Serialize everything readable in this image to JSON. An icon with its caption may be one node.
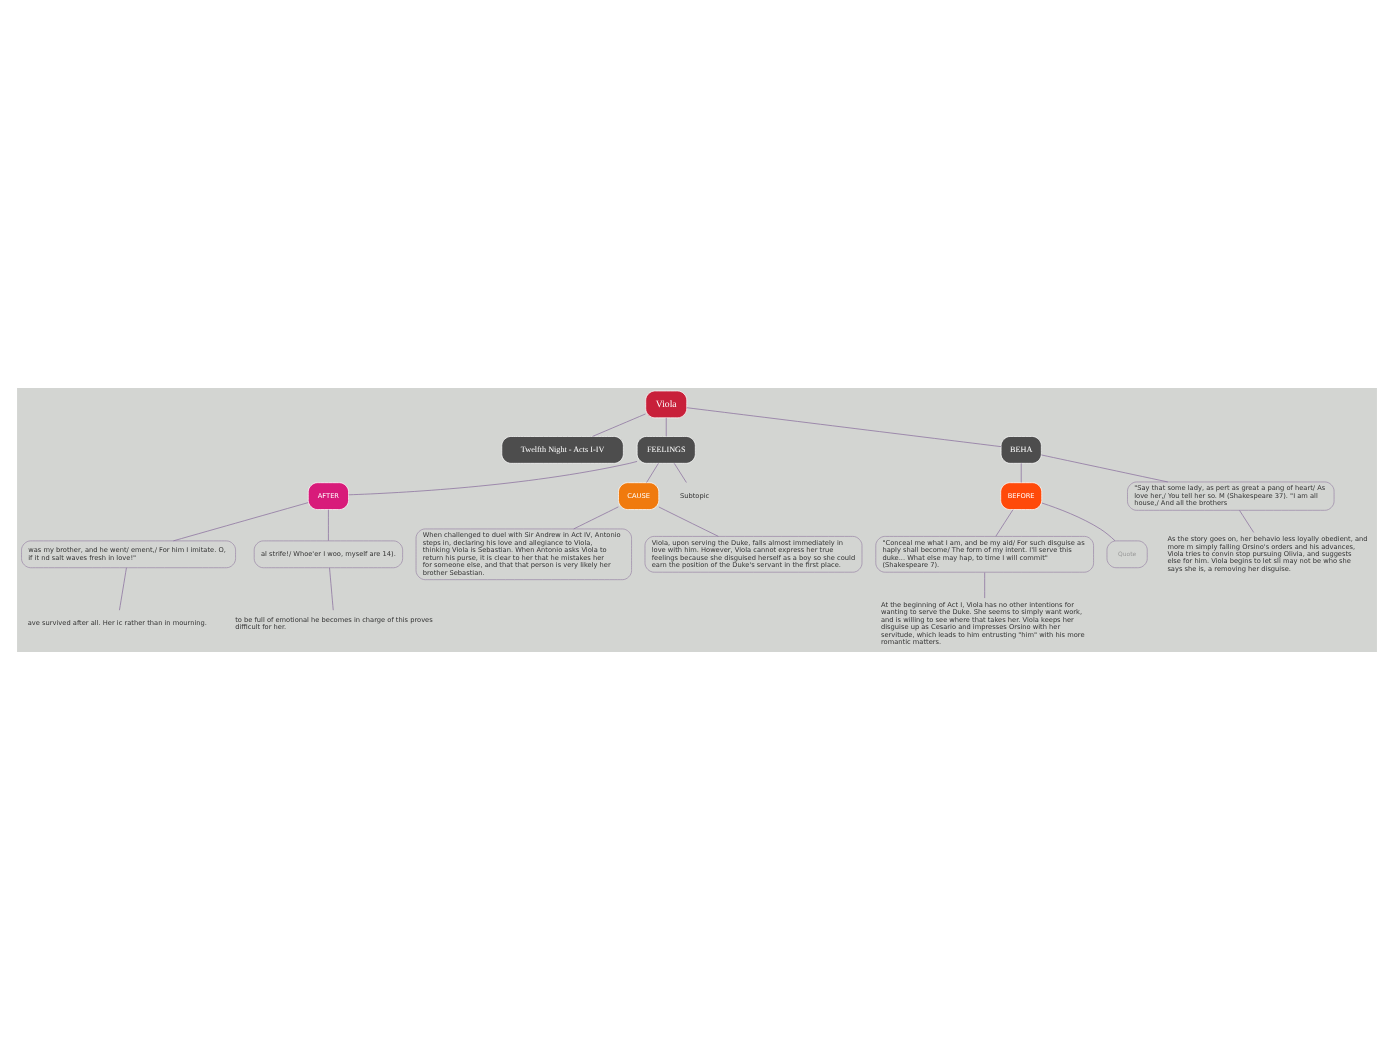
{
  "diagram": {
    "nodes": [
      {
        "text": [
          "Twelfth Night - Acts I-IV"
        ]
      },
      {
        "text": [
          "Viola"
        ]
      },
      {
        "text": [
          "FEELINGS"
        ]
      },
      {
        "text": [
          "AFTER"
        ]
      },
      {
        "text": [
          "was my brother, and he went/ ement,/ For him I imitate. O, if it nd salt waves fresh in love!\""
        ]
      },
      {
        "text": [
          "ave survived after all. Her ic rather than in mourning."
        ]
      },
      {
        "text": [
          "al strife!/ Whoe'er I woo, myself are 14)."
        ]
      },
      {
        "text": [
          "to be full of emotional he becomes in charge of this proves difficult for her."
        ]
      },
      {
        "text": [
          "CAUSE"
        ]
      },
      {
        "text": [
          "When challenged to duel with Sir Andrew in Act IV, Antonio steps in, declaring his love and allegiance to Viola, thinking Viola is Sebastian. When Antonio asks Viola to return his purse, it is clear to her that he mistakes her for someone else, and that that person is very likely her brother Sebastian."
        ]
      },
      {
        "text": [
          "Viola, upon serving the Duke, falls almost immediately in love with him. However, Viola cannot express her true feelings because she disguised herself as a boy so she could earn the position of the Duke's servant in the first place."
        ]
      },
      {
        "text": [
          "Subtopic"
        ]
      },
      {
        "text": [
          "BEHA"
        ]
      },
      {
        "text": [
          "BEFORE"
        ]
      },
      {
        "text": [
          "\"Conceal me what I am, and be my aid/ For such disguise as haply shall become/ The form of my intent. I'll serve this duke... What else may hap, to time I will commit\" (Shakespeare 7)."
        ]
      },
      {
        "text": [
          "At the beginning of Act I, Viola has no other intentions for wanting to serve the Duke. She seems to simply want work, and is willing to see where that takes her. Viola keeps her disguise up as Cesario and impresses Orsino with her servitude, which leads to him entrusting \"him\" with his more romantic matters."
        ]
      },
      {
        "text": [
          "Quote"
        ]
      },
      {
        "text": [
          "\"Say that some lady, as pert as great a pang of heart/ As love her,/ You tell her so. M (Shakespeare 37). \"I am all house,/ And all the brothers"
        ]
      },
      {
        "text": [
          "As the story goes on, her behavio less loyally obedient, and more m simply falling Orsino's orders and his advances, Viola tries to convin stop pursuing Olivia, and suggests else for him. Viola begins to let sli may not be who she says she is, a removing her disguise."
        ]
      }
    ],
    "edges": [
      {
        "from": 1,
        "to": 0,
        "arrow": "none"
      },
      {
        "from": 1,
        "to": 2,
        "arrow": "none"
      },
      {
        "from": 1,
        "to": 12,
        "arrow": "none"
      },
      {
        "from": 2,
        "to": 3,
        "arrow": "none"
      },
      {
        "from": 2,
        "to": 8,
        "arrow": "none"
      },
      {
        "from": 2,
        "to": 11,
        "arrow": "none"
      },
      {
        "from": 3,
        "to": 4,
        "arrow": "none"
      },
      {
        "from": 3,
        "to": 6,
        "arrow": "none"
      },
      {
        "from": 4,
        "to": 5,
        "arrow": "none"
      },
      {
        "from": 6,
        "to": 7,
        "arrow": "none"
      },
      {
        "from": 8,
        "to": 9,
        "arrow": "none"
      },
      {
        "from": 8,
        "to": 10,
        "arrow": "none"
      },
      {
        "from": 12,
        "to": 13,
        "arrow": "none"
      },
      {
        "from": 12,
        "to": 17,
        "arrow": "none"
      },
      {
        "from": 13,
        "to": 14,
        "arrow": "none"
      },
      {
        "from": 13,
        "to": 16,
        "arrow": "none"
      },
      {
        "from": 14,
        "to": 15,
        "arrow": "none"
      },
      {
        "from": 17,
        "to": 18,
        "arrow": "none"
      }
    ]
  }
}
